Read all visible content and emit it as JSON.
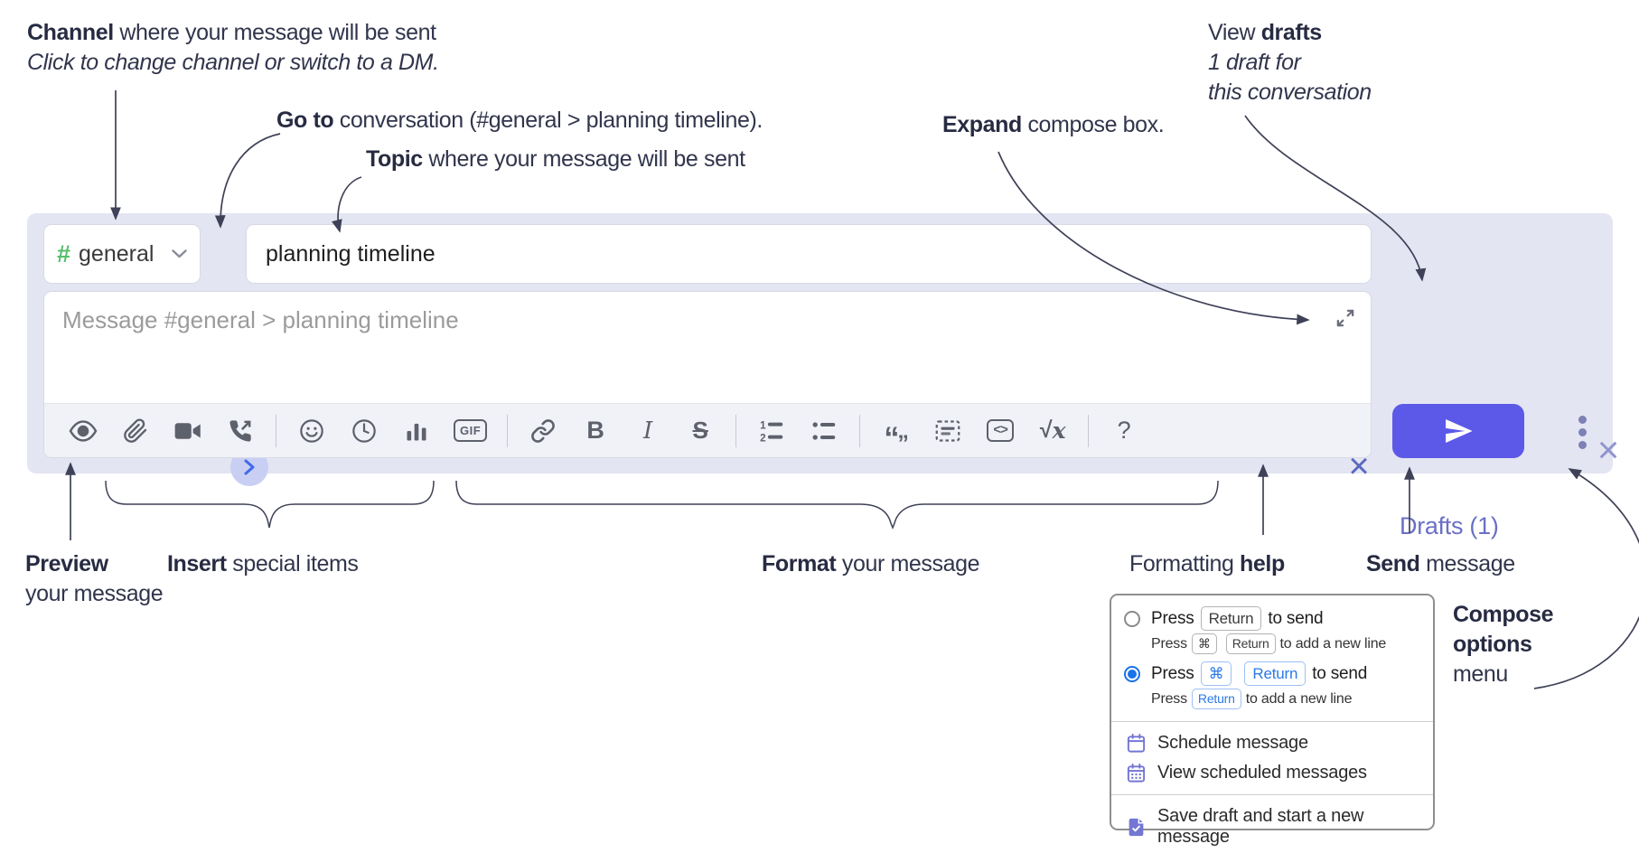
{
  "annotations": {
    "channel_bold": "Channel",
    "channel_rest": " where your message will be sent",
    "channel_sub": "Click to change channel or switch to a DM.",
    "goto_bold": "Go to",
    "goto_rest": " conversation (#general > planning timeline).",
    "topic_bold": "Topic",
    "topic_rest": " where your message will be sent",
    "expand_bold": "Expand",
    "expand_rest": " compose box.",
    "drafts_pre": "View ",
    "drafts_bold": "drafts",
    "drafts_sub1": "1 draft for",
    "drafts_sub2": "this conversation",
    "preview_bold": "Preview",
    "preview_rest": "your message",
    "insert_bold": "Insert",
    "insert_rest": " special items",
    "format_bold": "Format",
    "format_rest": " your message",
    "help_pre": "Formatting ",
    "help_bold": "help",
    "send_bold": "Send",
    "send_rest": " message",
    "opts_bold1": "Compose",
    "opts_bold2": "options",
    "opts_rest": "menu"
  },
  "compose": {
    "channel_hash": "#",
    "channel_name": "general",
    "topic_value": "planning timeline",
    "message_placeholder": "Message #general > planning timeline",
    "drafts_link": "Drafts (1)",
    "close_x": "×",
    "clear_x": "×"
  },
  "toolbar": {
    "gif": "GIF",
    "bold": "B",
    "italic": "I",
    "strike": "S",
    "quote_open": "“",
    "quote_close": "”",
    "code": "<>",
    "sqrt_sign": "√",
    "sqrt_x": "x",
    "help": "?"
  },
  "popup": {
    "opt1_press": "Press",
    "opt1_key": "Return",
    "opt1_tail": "to send",
    "opt1_sub_press": "Press",
    "opt1_sub_key1": "⌘",
    "opt1_sub_key2": "Return",
    "opt1_sub_tail": "to add a new line",
    "opt2_press": "Press",
    "opt2_key1": "⌘",
    "opt2_key2": "Return",
    "opt2_tail": "to send",
    "opt2_sub_press": "Press",
    "opt2_sub_key": "Return",
    "opt2_sub_tail": "to add a new line",
    "item_schedule": "Schedule message",
    "item_view_scheduled": "View scheduled messages",
    "item_save_draft": "Save draft and start a new message"
  },
  "colors": {
    "compose_bg": "#e3e5f2",
    "send_accent": "#5c59e8",
    "drafts_link": "#6a70c6",
    "hash_green": "#58bd6d",
    "radio_blue": "#1a73e8",
    "key_blue": "#2a79e8",
    "menu_icon_purple": "#7376d3"
  }
}
